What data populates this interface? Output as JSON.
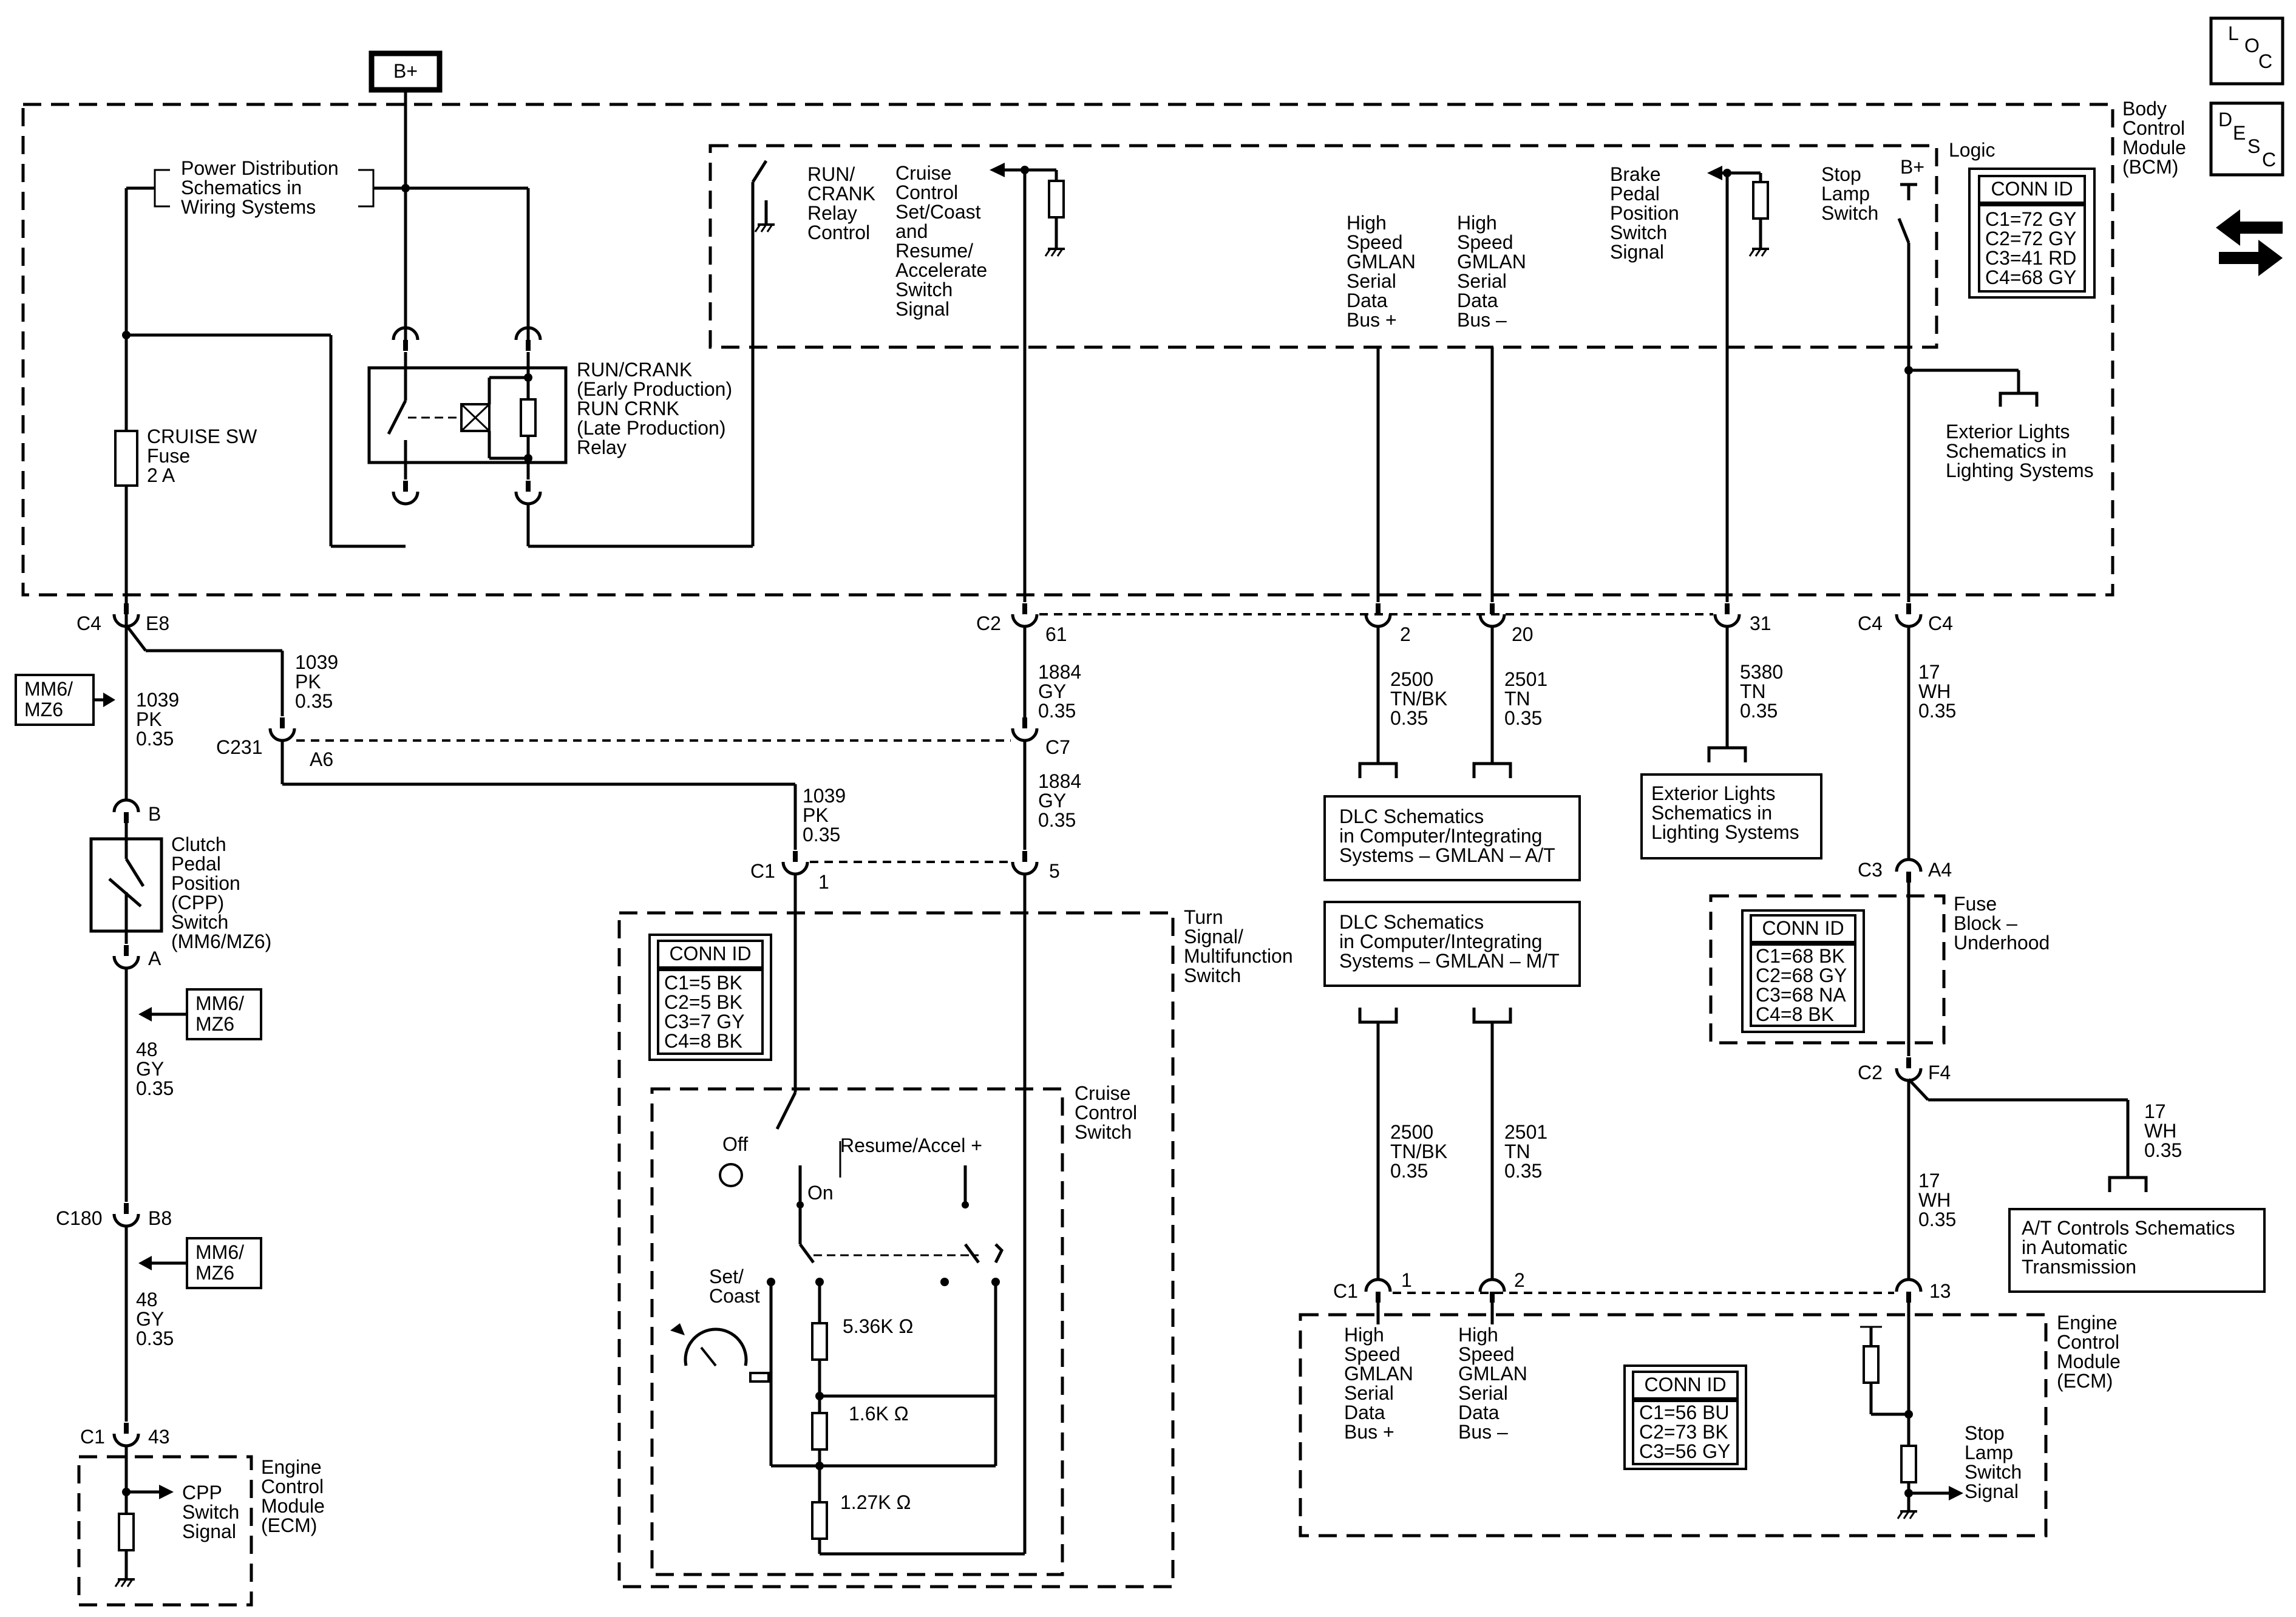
{
  "header": {
    "bplus_top": "B+",
    "loc": [
      "L",
      "O",
      "C"
    ],
    "desc": [
      "D",
      "E",
      "S",
      "C"
    ],
    "icon": "wrench-arrows-icon"
  },
  "bcm": {
    "title": [
      "Body",
      "Control",
      "Module",
      "(BCM)"
    ],
    "logic_label": "Logic",
    "power_dist": [
      "Power Distribution",
      "Schematics in",
      "Wiring Systems"
    ],
    "fuse": [
      "CRUISE SW",
      "Fuse",
      "2 A"
    ],
    "relay": [
      "RUN/CRANK",
      "(Early Production)",
      "RUN CRNK",
      "(Late Production)",
      "Relay"
    ],
    "run_crank_control": [
      "RUN/",
      "CRANK",
      "Relay",
      "Control"
    ],
    "cruise_signal": [
      "Cruise",
      "Control",
      "Set/Coast",
      "and",
      "Resume/",
      "Accelerate",
      "Switch",
      "Signal"
    ],
    "gmlan_plus": [
      "High",
      "Speed",
      "GMLAN",
      "Serial",
      "Data",
      "Bus +"
    ],
    "gmlan_minus": [
      "High",
      "Speed",
      "GMLAN",
      "Serial",
      "Data",
      "Bus –"
    ],
    "brake_signal": [
      "Brake",
      "Pedal",
      "Position",
      "Switch",
      "Signal"
    ],
    "stop_lamp_switch": [
      "Stop",
      "Lamp",
      "Switch"
    ],
    "bplus_inner": "B+",
    "conn_id_title": "CONN ID",
    "conn_id": [
      "C1=72 GY",
      "C2=72 GY",
      "C3=41 RD",
      "C4=68 GY"
    ],
    "exterior_lights": [
      "Exterior Lights",
      "Schematics in",
      "Lighting Systems"
    ]
  },
  "connectors": {
    "c4_left": "C4",
    "e8": "E8",
    "c2_mid": "C2",
    "p61": "61",
    "p2": "2",
    "p20": "20",
    "p31": "31",
    "c4_r1": "C4",
    "c4_r2": "C4",
    "c231": "C231",
    "a6": "A6",
    "c7": "C7",
    "c1_turn": "C1",
    "p1_turn": "1",
    "p5_turn": "5",
    "b": "B",
    "a": "A",
    "c180": "C180",
    "b8": "B8",
    "c1_ecm_left": "C1",
    "p43": "43",
    "c3": "C3",
    "a4": "A4",
    "c2_fuse": "C2",
    "f4": "F4",
    "c1_ecm_right": "C1",
    "p1_ecm": "1",
    "p2_ecm": "2",
    "p13": "13"
  },
  "wires": {
    "w1039_a": [
      "1039",
      "PK",
      "0.35"
    ],
    "w1039_b": [
      "1039",
      "PK",
      "0.35"
    ],
    "w1039_c": [
      "1039",
      "PK",
      "0.35"
    ],
    "w1884_a": [
      "1884",
      "GY",
      "0.35"
    ],
    "w1884_b": [
      "1884",
      "GY",
      "0.35"
    ],
    "w2500_a": [
      "2500",
      "TN/BK",
      "0.35"
    ],
    "w2501_a": [
      "2501",
      "TN",
      "0.35"
    ],
    "w5380": [
      "5380",
      "TN",
      "0.35"
    ],
    "w17_a": [
      "17",
      "WH",
      "0.35"
    ],
    "w48_a": [
      "48",
      "GY",
      "0.35"
    ],
    "w48_b": [
      "48",
      "GY",
      "0.35"
    ],
    "w2500_b": [
      "2500",
      "TN/BK",
      "0.35"
    ],
    "w2501_b": [
      "2501",
      "TN",
      "0.35"
    ],
    "w17_b": [
      "17",
      "WH",
      "0.35"
    ],
    "w17_c": [
      "17",
      "WH",
      "0.35"
    ]
  },
  "options": {
    "mm6_mz6": [
      "MM6/",
      "MZ6"
    ]
  },
  "cpp": {
    "label": [
      "Clutch",
      "Pedal",
      "Position",
      "(CPP)",
      "Switch",
      "(MM6/MZ6)"
    ]
  },
  "ecm_left": {
    "signal": [
      "CPP",
      "Switch",
      "Signal"
    ],
    "title": [
      "Engine",
      "Control",
      "Module",
      "(ECM)"
    ]
  },
  "turn_signal": {
    "title": [
      "Turn",
      "Signal/",
      "Multifunction",
      "Switch"
    ],
    "conn_id_title": "CONN ID",
    "conn_id": [
      "C1=5 BK",
      "C2=5 BK",
      "C3=7 GY",
      "C4=8 BK"
    ],
    "cruise_switch": [
      "Cruise",
      "Control",
      "Switch"
    ],
    "off": "Off",
    "on": "On",
    "resume": "Resume/Accel +",
    "set_coast": [
      "Set/",
      "Coast"
    ],
    "r1": "5.36K Ω",
    "r2": "1.6K Ω",
    "r3": "1.27K Ω"
  },
  "dlc_at": [
    "DLC Schematics",
    "in Computer/Integrating",
    "Systems – GMLAN – A/T"
  ],
  "dlc_mt": [
    "DLC Schematics",
    "in Computer/Integrating",
    "Systems – GMLAN – M/T"
  ],
  "ext_lights_box": [
    "Exterior Lights",
    "Schematics in",
    "Lighting Systems"
  ],
  "fuse_block": {
    "title": [
      "Fuse",
      "Block –",
      "Underhood"
    ],
    "conn_id_title": "CONN ID",
    "conn_id": [
      "C1=68 BK",
      "C2=68 GY",
      "C3=68 NA",
      "C4=8 BK"
    ]
  },
  "at_controls": [
    "A/T Controls Schematics",
    "in Automatic",
    "Transmission"
  ],
  "ecm_right": {
    "title": [
      "Engine",
      "Control",
      "Module",
      "(ECM)"
    ],
    "gmlan_plus": [
      "High",
      "Speed",
      "GMLAN",
      "Serial",
      "Data",
      "Bus +"
    ],
    "gmlan_minus": [
      "High",
      "Speed",
      "GMLAN",
      "Serial",
      "Data",
      "Bus –"
    ],
    "conn_id_title": "CONN ID",
    "conn_id": [
      "C1=56 BU",
      "C2=73 BK",
      "C3=56 GY"
    ],
    "stop_signal": [
      "Stop",
      "Lamp",
      "Switch",
      "Signal"
    ]
  }
}
